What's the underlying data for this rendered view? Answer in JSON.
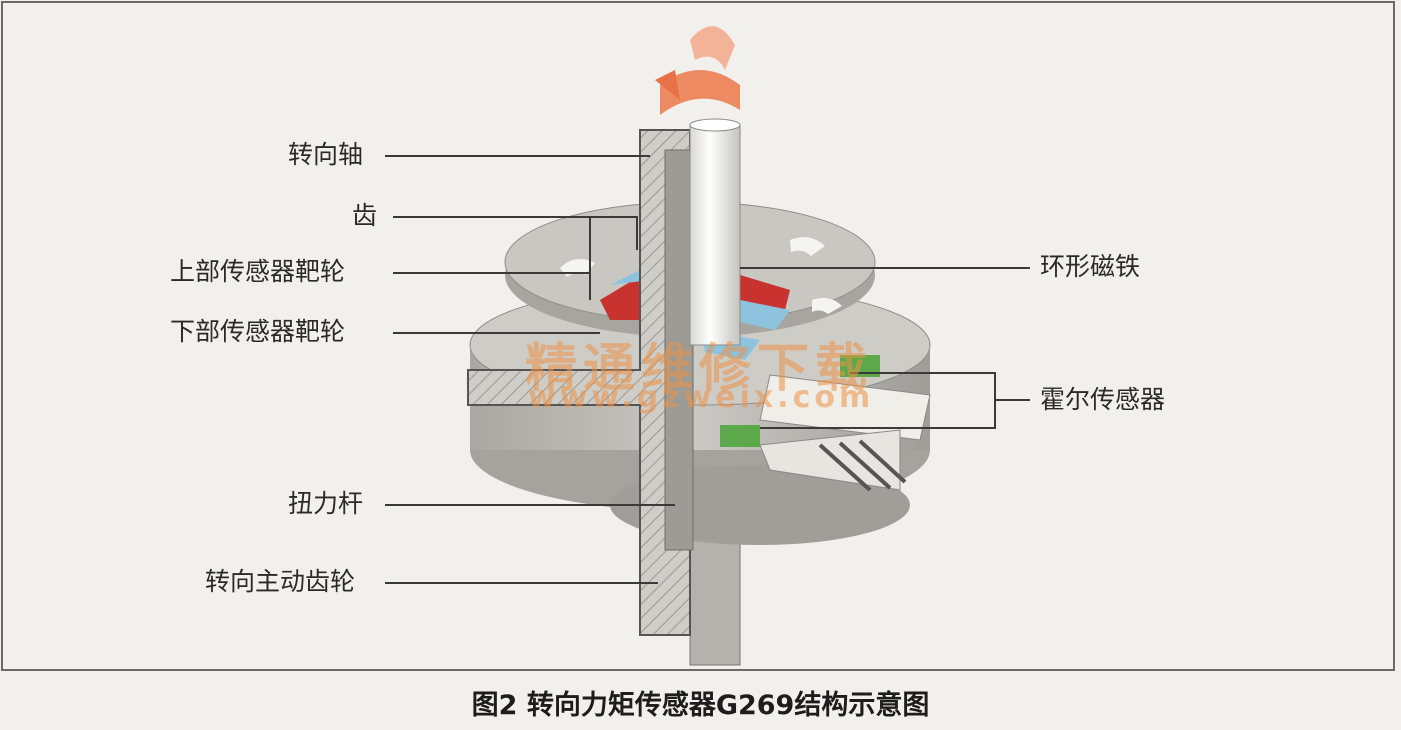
{
  "labels": {
    "steering_shaft": "转向轴",
    "teeth": "齿",
    "upper_target_wheel": "上部传感器靶轮",
    "lower_target_wheel": "下部传感器靶轮",
    "ring_magnet": "环形磁铁",
    "hall_sensor": "霍尔传感器",
    "torsion_bar": "扭力杆",
    "pinion_gear": "转向主动齿轮"
  },
  "caption": "图2 转向力矩传感器G269结构示意图",
  "watermark": {
    "text": "精通维修下载",
    "url": "www.gzweix.com"
  },
  "colors": {
    "background": "#f1f0ec",
    "metal": "#b9b8b3",
    "hatch": "#9a9893",
    "magnet_red": "#c8322f",
    "magnet_blue": "#8ec3df",
    "sensor_green": "#5ca84a",
    "rotation_arrow": "#ee8a62",
    "leader_line": "#3a3a3a"
  }
}
